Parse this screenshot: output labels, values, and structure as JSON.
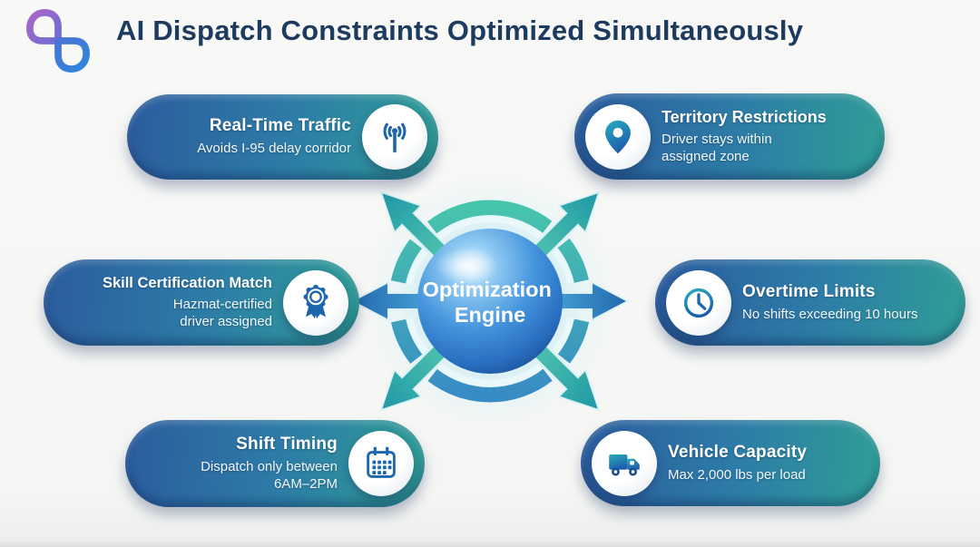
{
  "header": {
    "logo_icon": "infinity-loop-logo",
    "logo_colors": {
      "purple": "#a465c8",
      "blue": "#3069cf"
    },
    "title": "AI Dispatch Constraints Optimized Simultaneously"
  },
  "center": {
    "label_line1": "Optimization",
    "label_line2": "Engine"
  },
  "cards": {
    "traffic": {
      "title": "Real-Time Traffic",
      "subtitle_line1": "Avoids I-95 delay corridor",
      "icon": "signal-icon"
    },
    "territory": {
      "title": "Territory Restrictions",
      "subtitle_line1": "Driver stays within",
      "subtitle_line2": "assigned zone",
      "icon": "map-pin-icon"
    },
    "skill": {
      "title": "Skill Certification Match",
      "subtitle_line1": "Hazmat-certified",
      "subtitle_line2": "driver assigned",
      "icon": "ribbon-badge-icon"
    },
    "overtime": {
      "title": "Overtime Limits",
      "subtitle_line1": "No shifts exceeding 10 hours",
      "icon": "clock-icon"
    },
    "shift": {
      "title": "Shift Timing",
      "subtitle_line1": "Dispatch only between",
      "subtitle_line2": "6AM–2PM",
      "icon": "calendar-icon"
    },
    "vehicle": {
      "title": "Vehicle Capacity",
      "subtitle_line1": "Max 2,000 lbs per load",
      "icon": "truck-icon"
    }
  },
  "colors": {
    "background": "#f6f7f4",
    "title_text": "#1d3a5f",
    "pill_gradient_start": "#2b5c9e",
    "pill_gradient_end": "#2f9e96",
    "icon_blue": "#1d66ae",
    "sphere_blue": "#2a70c2",
    "arrow_teal": "#3cbfa8",
    "arrow_blue": "#3a8fcc",
    "glow_cyan": "#bce9f6"
  }
}
